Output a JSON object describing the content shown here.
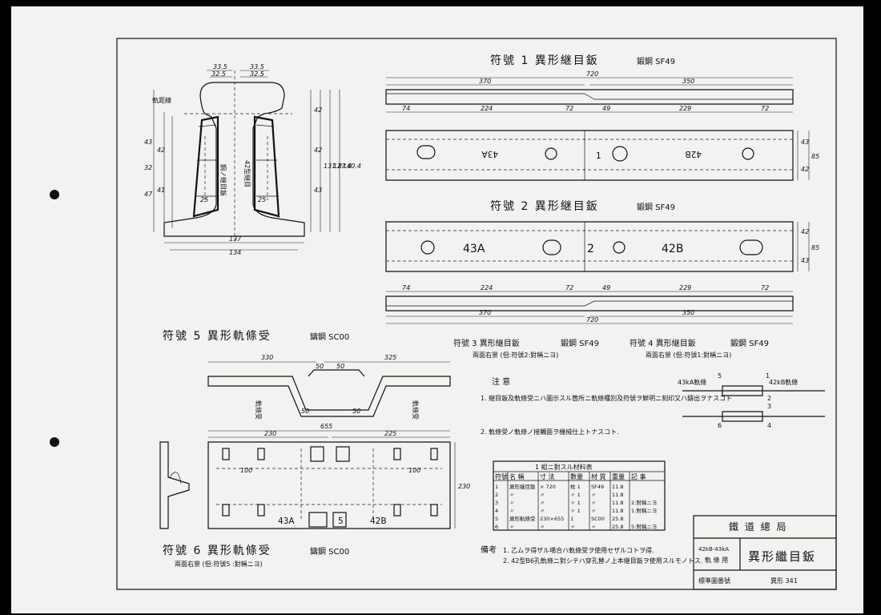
{
  "sheet": {
    "item1_title": "符號 1  異形継目鈑",
    "item1_material": "鍛鋼 SF49",
    "item2_title": "符號 2  異形継目鈑",
    "item2_material": "鍛鋼 SF49",
    "item3_title": "符號 3  異形継目鈑",
    "item3_material": "鍛鋼 SF49",
    "item3_note": "兩面右景 (但:符號2:對稱ニヨ)",
    "item4_title": "符號 4  異形継目鈑",
    "item4_material": "鍛鋼 SF49",
    "item4_note": "兩面右景 (但:符號1:對稱ニヨ)",
    "item5_title": "符號 5  異形軌條受",
    "item5_material": "鑄鋼 SC00",
    "item6_title": "符號 6  異形軌條受",
    "item6_material": "鑄鋼 SC00",
    "item6_note": "兩面右景 (但:符號5 :對稱ニヨ)"
  },
  "labels": {
    "plate1_left": "43A",
    "plate1_right": "42B",
    "plate2_left": "43A",
    "plate2_mid": "2",
    "plate2_right": "42B",
    "base_left": "43A",
    "base_mid": "5",
    "base_right": "42B",
    "rail_left_text": "鋼ノ継目鈑",
    "rail_right_text": "42型継目",
    "diagram_left": "43kA軌條",
    "diagram_right": "42kB軌條",
    "diagram_n1": "1",
    "diagram_n2": "2",
    "diagram_n3": "3",
    "diagram_n4": "4",
    "diagram_n5": "5",
    "diagram_n6": "6"
  },
  "dims": {
    "p1_total": "720",
    "p1_left": "370",
    "p1_right": "350",
    "p1_b1": "74",
    "p1_b2": "224",
    "p1_b3": "72",
    "p1_b4": "49",
    "p1_b5": "229",
    "p1_b6": "72",
    "p1_h1": "43",
    "p1_h2": "42",
    "p1_h3": "85",
    "p2_total": "720",
    "p2_left": "370",
    "p2_right": "350",
    "p2_b1": "74",
    "p2_b2": "224",
    "p2_b3": "72",
    "p2_b4": "49",
    "p2_b5": "229",
    "p2_b6": "72",
    "b_top_left": "330",
    "b_top_right": "325",
    "b_total": "655",
    "b_mid_left": "230",
    "b_mid_right": "225",
    "b_h": "230",
    "b_50": "50",
    "b_100": "100",
    "r_top1": "33.5",
    "r_top2": "32.5",
    "r_bot1": "137",
    "r_bot2": "134"
  },
  "notes": {
    "heading": "注 意",
    "item1": "1. 継目鈑及軌條受ニハ圖示スル箇所ニ軌條種別及符號ヲ鮮明ニ刻印又ハ鑄出ヲナスコト",
    "item2": "2. 軌條受ノ軌條ノ接觸面ヲ機械仕上トナスコト.",
    "remark_label": "備考",
    "remark1": "1. 乙ムヲ得ザル場合ハ軌條受ヲ使用セザルコトヲ得.",
    "remark2": "2. 42型B6孔軌條ニ對シテハ穿孔替ノ上本継目鈑ヲ使用スルモノトス."
  },
  "table": {
    "title": "1 組ニ對スル材料表",
    "headers": [
      "符號",
      "名 稱",
      "寸 法",
      "數量",
      "材 質",
      "重量",
      "記 事"
    ],
    "rows": [
      [
        "1",
        "異形継目鈑",
        "×  720",
        "枚 1",
        "SF49",
        "11.8",
        ""
      ],
      [
        "2",
        "〃",
        "〃",
        "〃 1",
        "〃",
        "11.8",
        ""
      ],
      [
        "3",
        "〃",
        "〃",
        "〃 1",
        "〃",
        "11.8",
        "2:對稱ニヨ"
      ],
      [
        "4",
        "〃",
        "〃",
        "〃 1",
        "〃",
        "11.8",
        "1:對稱ニヨ"
      ],
      [
        "5",
        "異形軌條受",
        "230×655",
        "1",
        "SC00",
        "25.8",
        ""
      ],
      [
        "6",
        "〃",
        "〃",
        "〃",
        "〃",
        "25.8",
        "5:對稱ニヨ"
      ]
    ]
  },
  "titleblock": {
    "org": "鐵 道 總 局",
    "spec_top": "42kB-43kA",
    "spec_bottom": "軌  條  用",
    "name": "異形繼目鈑",
    "std_label": "標準圖番號",
    "std_no": "異形 341"
  }
}
